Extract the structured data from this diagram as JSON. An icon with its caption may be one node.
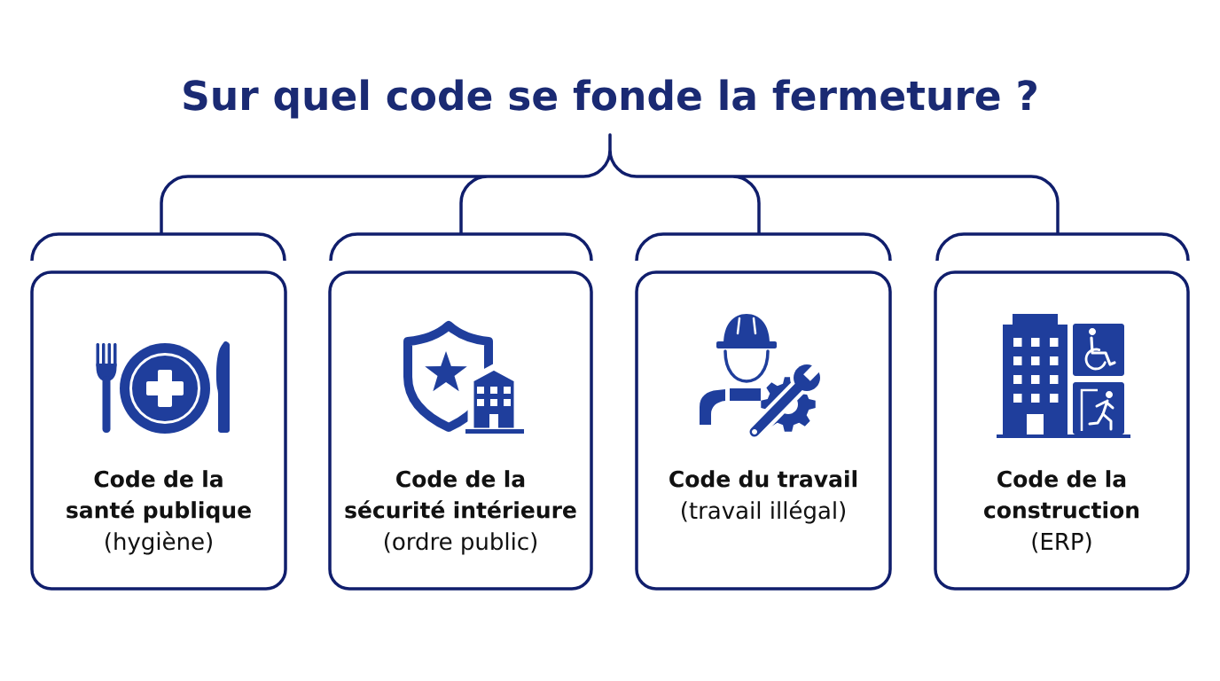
{
  "diagram": {
    "title": "Sur quel code se fonde la fermeture ?",
    "nodes": [
      {
        "text": [
          "Code de la santé publique",
          "(hygiène)"
        ]
      },
      {
        "text": [
          "Code de la sécurité intérieure",
          "(ordre public)"
        ]
      },
      {
        "text": [
          "Code du travail",
          "(travail illégal)"
        ]
      },
      {
        "text": [
          "Code de la construction",
          "(ERP)"
        ]
      }
    ]
  }
}
